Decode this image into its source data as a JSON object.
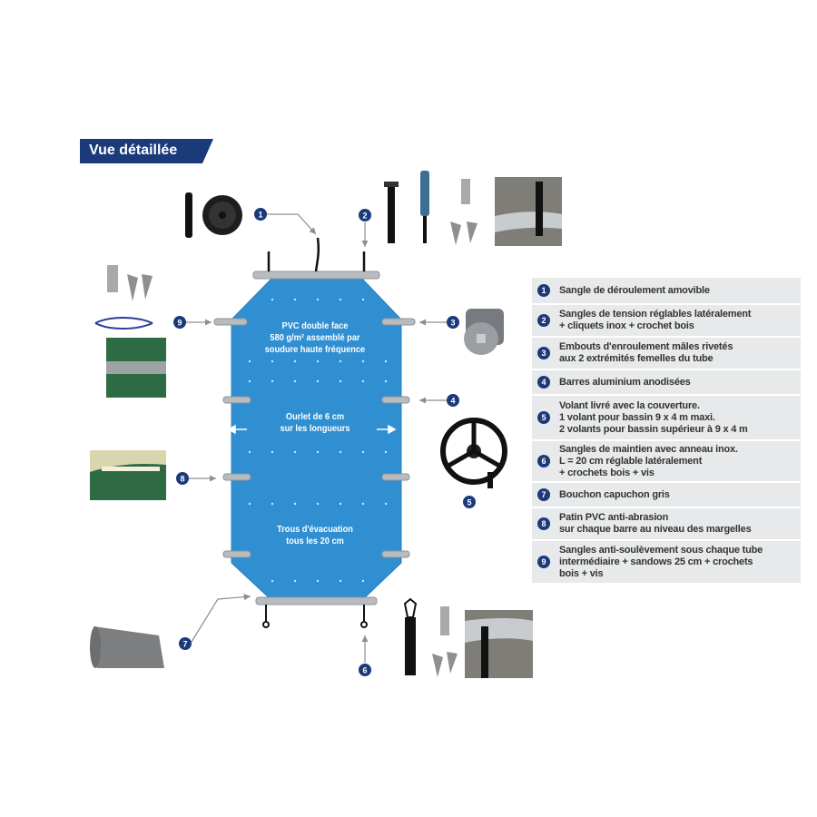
{
  "title": "Vue détaillée",
  "colors": {
    "navy": "#1b3a7a",
    "cover_blue": "#2f8fd1",
    "legend_bg": "#e7e9ea",
    "bar_grey": "#b8bcc0"
  },
  "cover_labels": {
    "pvc": "PVC double face\n580 g/m² assemblé par\nsoudure haute fréquence",
    "hem": "Ourlet de 6 cm\nsur les longueurs",
    "drain": "Trous d'évacuation\ntous les 20 cm"
  },
  "callouts": [
    "1",
    "2",
    "3",
    "4",
    "5",
    "6",
    "7",
    "8",
    "9"
  ],
  "legend": [
    {
      "num": "1",
      "text": "Sangle de déroulement amovible"
    },
    {
      "num": "2",
      "text": "Sangles de tension réglables latéralement\n+ cliquets inox + crochet bois"
    },
    {
      "num": "3",
      "text": "Embouts d'enroulement mâles rivetés\naux 2 extrémités femelles du tube"
    },
    {
      "num": "4",
      "text": "Barres aluminium anodisées"
    },
    {
      "num": "5",
      "text": "Volant livré avec la couverture.\n1 volant pour bassin 9 x 4 m maxi.\n2 volants pour bassin supérieur à 9 x 4 m"
    },
    {
      "num": "6",
      "text": "Sangles de maintien avec anneau inox.\nL = 20 cm  réglable latéralement\n+ crochets bois + vis"
    },
    {
      "num": "7",
      "text": "Bouchon capuchon gris"
    },
    {
      "num": "8",
      "text": "Patin PVC anti-abrasion\nsur chaque barre au niveau des margelles"
    },
    {
      "num": "9",
      "text": "Sangles anti-soulèvement sous chaque tube\nintermédiaire + sandows 25 cm + crochets\nbois + vis"
    }
  ]
}
